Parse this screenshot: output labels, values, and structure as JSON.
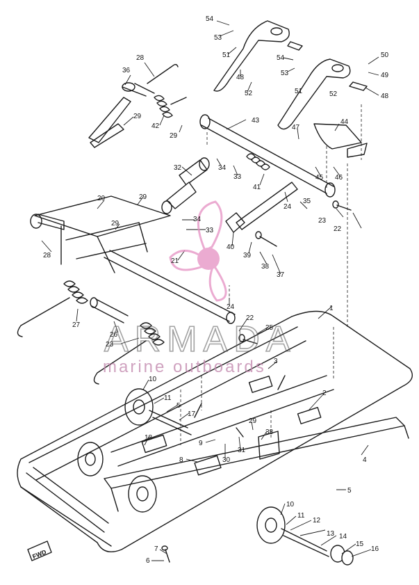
{
  "watermark": {
    "title": "ARMADA",
    "subtitle": "marine outboards",
    "logo_color": "#e58fc2",
    "title_color": "#555555",
    "subtitle_color": "#c48bb0"
  },
  "direction_marker": {
    "label": "FWD"
  },
  "callouts": [
    "54",
    "53",
    "51",
    "48",
    "52",
    "50",
    "54",
    "53",
    "49",
    "51",
    "52",
    "48",
    "28",
    "36",
    "43",
    "29",
    "42",
    "29",
    "47",
    "44",
    "34",
    "33",
    "32",
    "41",
    "45",
    "46",
    "29",
    "20",
    "34",
    "24",
    "35",
    "23",
    "22",
    "29",
    "33",
    "40",
    "28",
    "21",
    "39",
    "38",
    "37",
    "24",
    "27",
    "26",
    "23",
    "22",
    "25",
    "3",
    "1",
    "2",
    "10",
    "11",
    "5",
    "17",
    "18",
    "30",
    "29",
    "9",
    "31",
    "38",
    "8",
    "4",
    "5",
    "10",
    "11",
    "12",
    "13",
    "14",
    "15",
    "16",
    "7",
    "6"
  ]
}
